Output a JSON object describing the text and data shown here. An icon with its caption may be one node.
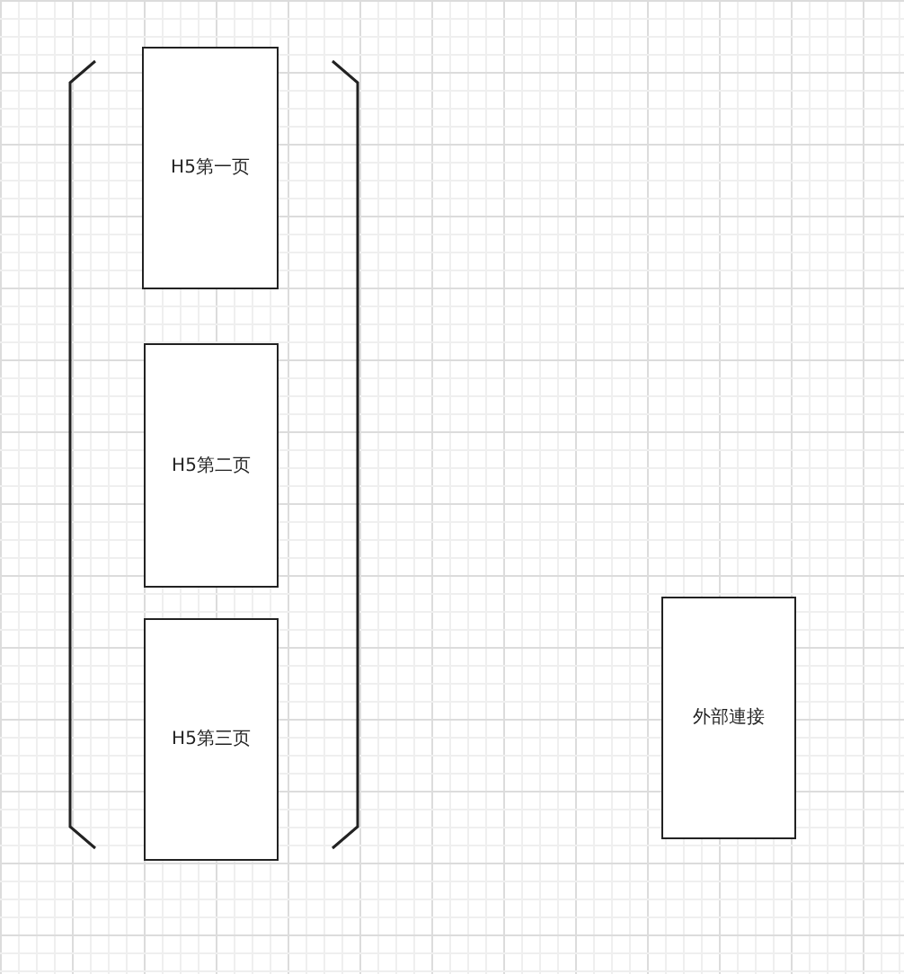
{
  "diagram": {
    "nodes": [
      {
        "text": [
          "H5第一页"
        ]
      },
      {
        "text": [
          "H5第二页"
        ]
      },
      {
        "text": [
          "H5第三页"
        ]
      },
      {
        "text": [
          "外部連接"
        ]
      }
    ]
  }
}
